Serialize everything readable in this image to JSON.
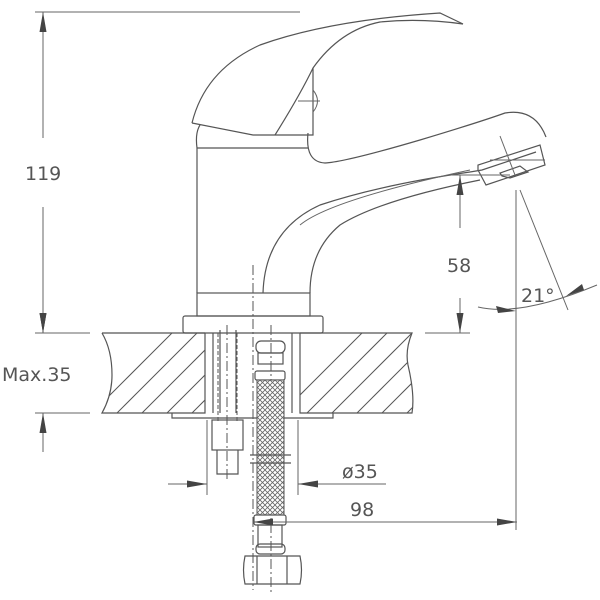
{
  "drawing": {
    "subject": "Single-lever basin mixer faucet — side elevation technical drawing",
    "line_color": "#555555",
    "background": "#ffffff"
  },
  "dimensions": {
    "total_height": {
      "label": "119",
      "unit": "mm"
    },
    "spout_height": {
      "label": "58",
      "unit": "mm"
    },
    "spout_angle": {
      "label": "21°",
      "unit": "deg"
    },
    "max_countertop_thickness": {
      "label": "Max.35",
      "unit": "mm"
    },
    "mounting_hole_diameter": {
      "label": "ø35",
      "unit": "mm"
    },
    "spout_reach": {
      "label": "98",
      "unit": "mm"
    }
  },
  "parts": [
    {
      "name": "lever-handle"
    },
    {
      "name": "body"
    },
    {
      "name": "spout"
    },
    {
      "name": "aerator"
    },
    {
      "name": "base-flange"
    },
    {
      "name": "countertop-section"
    },
    {
      "name": "threaded-stud"
    },
    {
      "name": "braided-supply-hose"
    },
    {
      "name": "hex-nut"
    }
  ]
}
